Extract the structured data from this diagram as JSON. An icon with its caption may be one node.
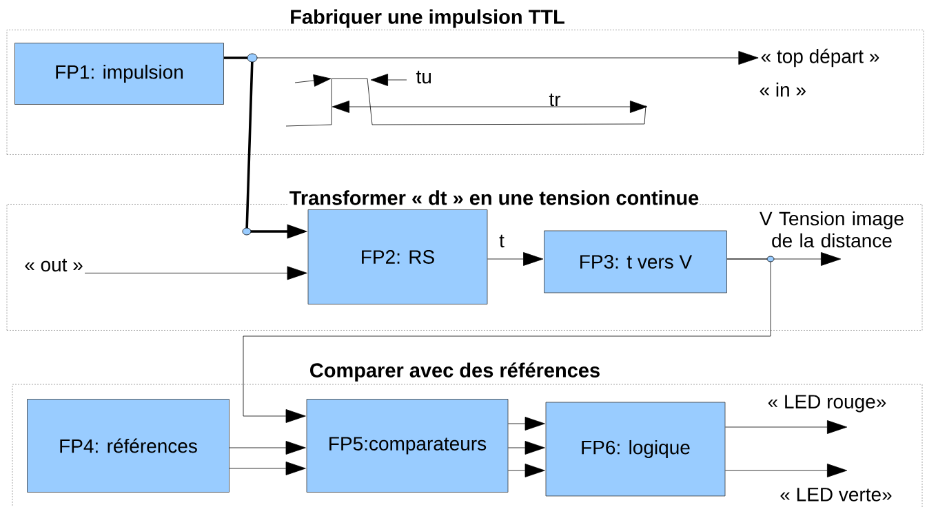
{
  "diagram": {
    "nodes": [
      {
        "text": [
          "Fabriquer une impulsion TTL"
        ]
      },
      {
        "text": [
          "FP1: impulsion"
        ],
        "in": 0
      },
      {
        "text": [
          "« top départ »"
        ],
        "beside": [
          "« in »"
        ],
        "in": 0
      },
      {
        "text": [
          "Transformer « dt » en une tension continue"
        ]
      },
      {
        "text": [
          "« out »"
        ],
        "in": 3
      },
      {
        "text": [
          "FP2: RS"
        ],
        "in": 3
      },
      {
        "text": [
          "FP3:  t vers V"
        ],
        "in": 3
      },
      {
        "text": [
          "V Tension image de la distance"
        ],
        "in": 3
      },
      {
        "text": [
          "Comparer avec des références"
        ]
      },
      {
        "text": [
          "FP4: références"
        ],
        "in": 8
      },
      {
        "text": [
          "FP5:comparateurs"
        ],
        "in": 8
      },
      {
        "text": [
          "FP6: logique"
        ],
        "in": 8
      },
      {
        "text": [
          "« LED rouge»"
        ],
        "in": 8
      },
      {
        "text": [
          "« LED verte»"
        ],
        "in": 8
      }
    ],
    "edges": [
      {
        "from": 1,
        "to": 2,
        "arrow": "to"
      },
      {
        "from": 1,
        "to": 5,
        "arrow": "to",
        "style": "thick"
      },
      {
        "from": 4,
        "to": 5,
        "arrow": "to"
      },
      {
        "from": 5,
        "to": 6,
        "arrow": "to",
        "label": "t"
      },
      {
        "from": 6,
        "to": 7,
        "arrow": "to"
      },
      {
        "from": 6,
        "to": 10,
        "arrow": "to"
      },
      {
        "from": 9,
        "to": 10,
        "arrow": "to"
      },
      {
        "from": 9,
        "to": 10,
        "arrow": "to"
      },
      {
        "from": 10,
        "to": 11,
        "arrow": "to"
      },
      {
        "from": 10,
        "to": 11,
        "arrow": "to"
      },
      {
        "from": 10,
        "to": 11,
        "arrow": "to"
      },
      {
        "from": 11,
        "to": 12,
        "arrow": "to"
      },
      {
        "from": 11,
        "to": 13,
        "arrow": "to"
      }
    ],
    "labels": [
      "tu",
      "tr"
    ]
  }
}
